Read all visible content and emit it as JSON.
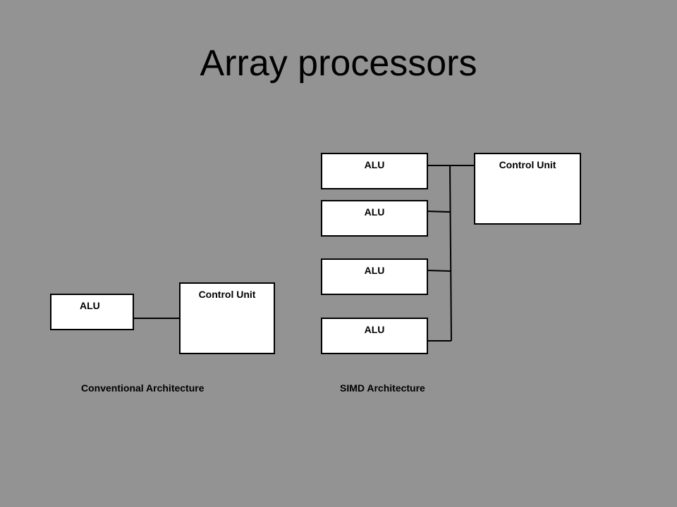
{
  "title": "Array processors",
  "conventional": {
    "alu_label": "ALU",
    "control_unit_label": "Control Unit",
    "caption": "Conventional Architecture"
  },
  "simd": {
    "alus": [
      {
        "label": "ALU"
      },
      {
        "label": "ALU"
      },
      {
        "label": "ALU"
      },
      {
        "label": "ALU"
      }
    ],
    "control_unit_label": "Control Unit",
    "caption": "SIMD Architecture"
  },
  "colors": {
    "background": "#939393",
    "box_fill": "#ffffff",
    "stroke": "#000000"
  }
}
